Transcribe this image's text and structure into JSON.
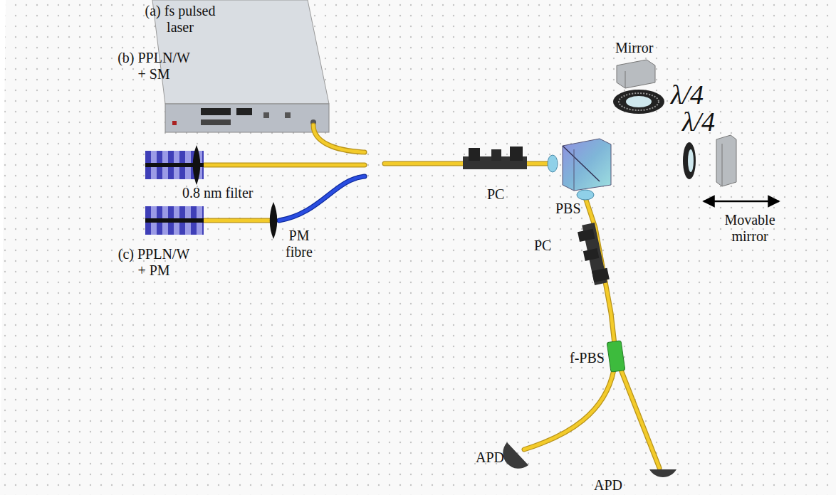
{
  "diagram": {
    "labels": [
      "(a) fs pulsed laser",
      "Mirror",
      "λ/4",
      "λ/4",
      "(b) PPLN/W + SM",
      "0.8 nm filter",
      "PM fibre",
      "PC",
      "PBS",
      "Movable mirror",
      "PC",
      "(c) PPLN/W + PM",
      "f-PBS",
      "APD",
      "APD"
    ]
  }
}
